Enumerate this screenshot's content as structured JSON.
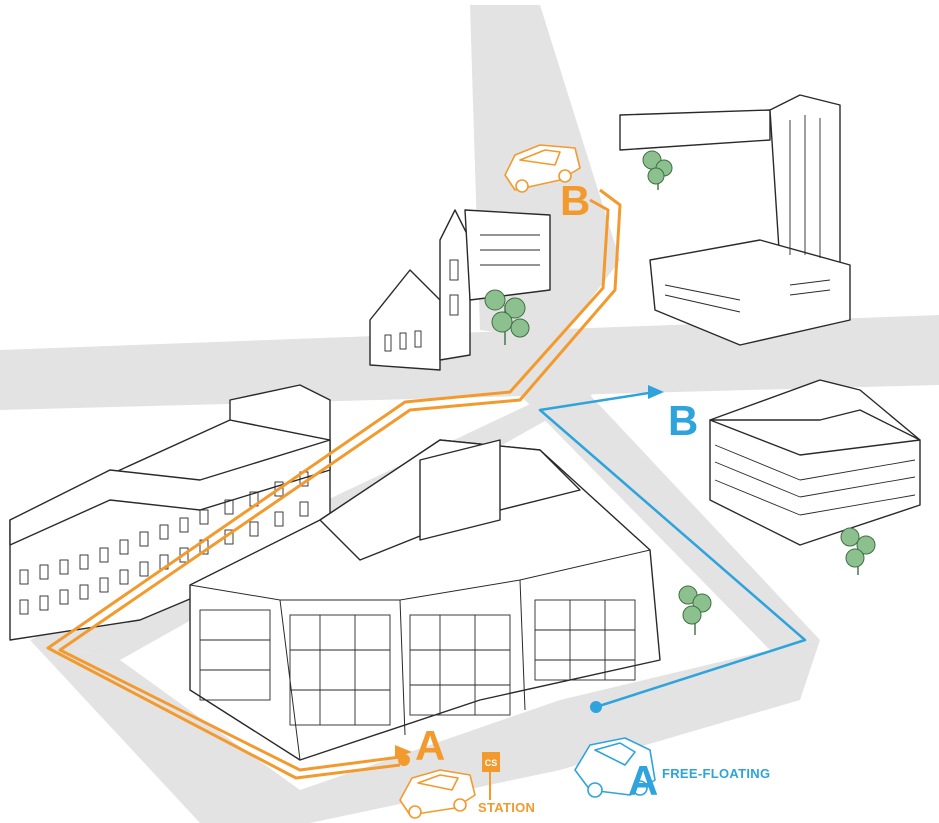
{
  "colors": {
    "station": "#f39a2e",
    "free_floating": "#2ea3dc",
    "road": "#e3e3e3",
    "tree": "#8cc08e"
  },
  "icons": [
    "car-icon",
    "station-sign-icon",
    "tree-icon",
    "church-icon"
  ],
  "labels": {
    "station_start": "A",
    "station_end": "B",
    "station_sign": "CS",
    "station_caption": "STATION",
    "free_start": "A",
    "free_end": "B",
    "free_caption": "FREE-FLOATING"
  }
}
